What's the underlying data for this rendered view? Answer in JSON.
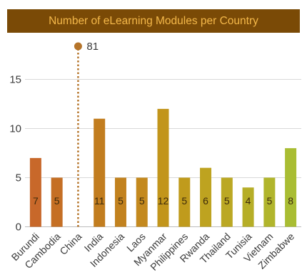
{
  "chart_data": {
    "type": "bar",
    "title": "Number of eLearning Modules per Country",
    "categories": [
      "Burundi",
      "Cambodia",
      "China",
      "India",
      "Indonesia",
      "Laos",
      "Myanmar",
      "Philippines",
      "Rwanda",
      "Thailand",
      "Tunisia",
      "Vietnam",
      "Zimbabwe"
    ],
    "values": [
      7,
      5,
      81,
      11,
      5,
      5,
      12,
      5,
      6,
      5,
      4,
      5,
      8
    ],
    "colors": [
      "#c8682a",
      "#c56f24",
      "#b8701c",
      "#c27d1f",
      "#c2821f",
      "#c4891e",
      "#c2951b",
      "#c09b1c",
      "#bea320",
      "#bba823",
      "#b6ae27",
      "#b1b52c",
      "#a9bd33"
    ],
    "outlier_color": "#b5742a",
    "ylim": [
      0,
      18.5
    ],
    "yticks": [
      0,
      5,
      10,
      15
    ],
    "grid": true,
    "legend": "none",
    "xlabel": "",
    "ylabel": ""
  }
}
